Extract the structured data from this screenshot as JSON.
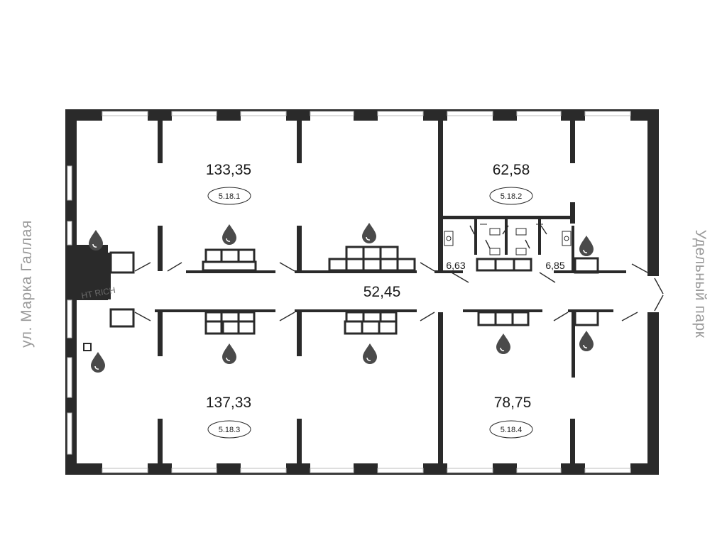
{
  "plan": {
    "units": [
      {
        "area": "133,35",
        "lot": "5.18.1"
      },
      {
        "area": "62,58",
        "lot": "5.18.2"
      },
      {
        "area": "137,33",
        "lot": "5.18.3"
      },
      {
        "area": "78,75",
        "lot": "5.18.4"
      }
    ],
    "corridor_area": "52,45",
    "wc_areas": [
      "6,63",
      "6,85"
    ],
    "streets": {
      "left": "ул. Марка Галлая",
      "right": "Удельный парк"
    }
  },
  "colors": {
    "wall": "#2a2a2a",
    "window": "#d9d9d9",
    "street_text": "#9a9a9a",
    "drop": "#4a4a4a"
  }
}
